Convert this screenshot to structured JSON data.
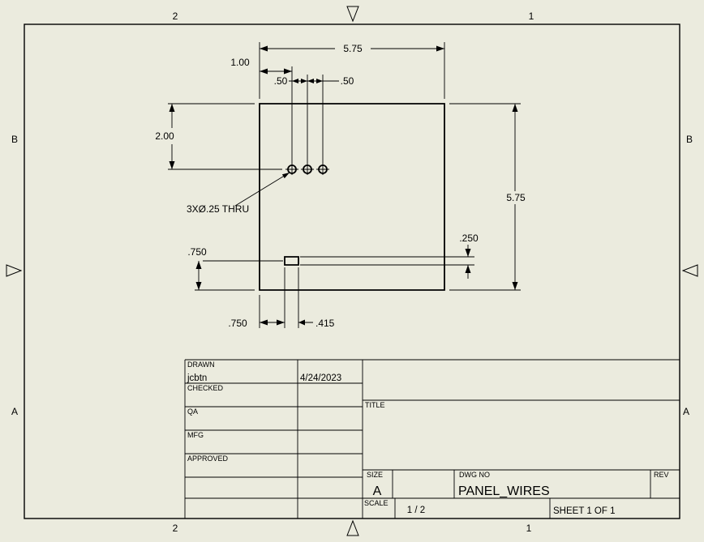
{
  "sheet": {
    "zones": {
      "top_left": "2",
      "top_right": "1",
      "bottom_left": "2",
      "bottom_right": "1",
      "left_upper": "B",
      "right_upper": "B",
      "left_lower": "A",
      "right_lower": "A"
    },
    "dimensions": {
      "top_width": "5.75",
      "hole_offset": "1.00",
      "hole_pitch_1": ".50",
      "hole_pitch_2": ".50",
      "hole_vert": "2.00",
      "right_height": "5.75",
      "holes_note": "3XØ.25 THRU",
      "slot_height": ".250",
      "slot_left_offset": ".750",
      "slot_bottom_offset": ".750",
      "slot_width": ".415"
    },
    "title_block": {
      "drawn_label": "DRAWN",
      "drawn_name": "jcbtn",
      "drawn_date": "4/24/2023",
      "checked_label": "CHECKED",
      "qa_label": "QA",
      "mfg_label": "MFG",
      "approved_label": "APPROVED",
      "title_label": "TITLE",
      "size_label": "SIZE",
      "size_value": "A",
      "dwg_no_label": "DWG NO",
      "dwg_no_value": "PANEL_WIRES",
      "rev_label": "REV",
      "scale_label": "SCALE",
      "scale_value": "1 / 2",
      "sheet_value": "SHEET 1  OF 1"
    }
  }
}
